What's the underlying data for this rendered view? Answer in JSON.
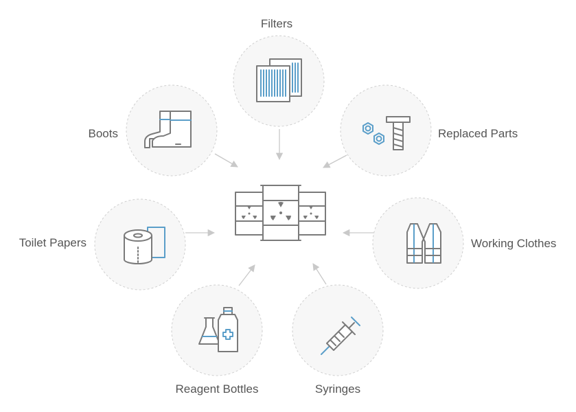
{
  "diagram": {
    "center": {
      "icon": "radioactive-barrels-icon"
    },
    "nodes": [
      {
        "id": "filters",
        "label": "Filters",
        "icon": "filters-icon"
      },
      {
        "id": "replaced-parts",
        "label": "Replaced Parts",
        "icon": "nut-bolt-icon"
      },
      {
        "id": "working-clothes",
        "label": "Working Clothes",
        "icon": "vest-icon"
      },
      {
        "id": "syringes",
        "label": "Syringes",
        "icon": "syringe-icon"
      },
      {
        "id": "reagent-bottles",
        "label": "Reagent Bottles",
        "icon": "flask-bottle-icon"
      },
      {
        "id": "toilet-papers",
        "label": "Toilet Papers",
        "icon": "toilet-paper-icon"
      },
      {
        "id": "boots",
        "label": "Boots",
        "icon": "boots-icon"
      }
    ],
    "colors": {
      "circle_fill": "#f7f7f7",
      "circle_stroke": "#cfcfcf",
      "icon_stroke": "#7a7a7a",
      "accent": "#5a9ec9",
      "arrow": "#c9c9c9",
      "label": "#555555"
    }
  }
}
